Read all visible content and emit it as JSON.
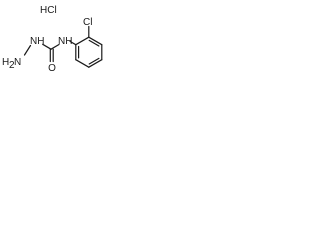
{
  "molecule": {
    "salt_label": "HCl",
    "atoms": {
      "chlorine": "Cl",
      "amide_nh": "NH",
      "hydrazine_nh": "NH",
      "amino_h": "H",
      "amino_subscript": "2",
      "amino_n": "N",
      "carbonyl_o": "O"
    }
  }
}
